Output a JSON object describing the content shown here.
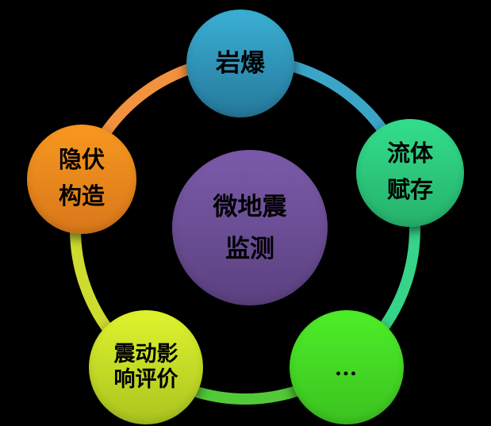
{
  "background_color": "#000000",
  "text_color": "#000000",
  "diagram": {
    "kind": "radial-cycle",
    "center_node": {
      "id": "microseismic-monitoring",
      "lines": [
        "微地震",
        "监测"
      ],
      "gradient": {
        "top": "#7B5BAA",
        "bottom": "#5B4180"
      }
    },
    "nodes": [
      {
        "id": "rock-burst",
        "lines": [
          "岩爆"
        ],
        "gradient": {
          "top": "#3AB0D4",
          "bottom": "#26789A"
        }
      },
      {
        "id": "fluid-occurrence",
        "lines": [
          "流体",
          "赋存"
        ],
        "gradient": {
          "top": "#33DE8C",
          "bottom": "#26B16B"
        }
      },
      {
        "id": "more-ellipsis",
        "lines": [
          "..."
        ],
        "gradient": {
          "top": "#4DEE28",
          "bottom": "#3CC220"
        }
      },
      {
        "id": "vibration-impact-evaluation",
        "lines": [
          "震动影",
          "响评价"
        ],
        "gradient": {
          "top": "#DFF32E",
          "bottom": "#A9C41F"
        }
      },
      {
        "id": "hidden-structures",
        "lines": [
          "隐伏",
          "构造"
        ],
        "gradient": {
          "top": "#F8981F",
          "bottom": "#D8771A"
        }
      }
    ],
    "ring": {
      "segments": [
        {
          "name": "left-to-top",
          "from": "#F2923E",
          "to": "#3BA5C8"
        },
        {
          "name": "top-to-right",
          "from": "#3BA5C8",
          "to": "#36D488"
        },
        {
          "name": "right-to-bottom-right",
          "from": "#36D488",
          "to": "#52CA38"
        },
        {
          "name": "bottom-right-to-bottom-left",
          "from": "#52CA38",
          "to": "#CDDC2E"
        },
        {
          "name": "bottom-left-to-left",
          "from": "#CDDC2E",
          "to": "#F2923E"
        }
      ]
    }
  }
}
